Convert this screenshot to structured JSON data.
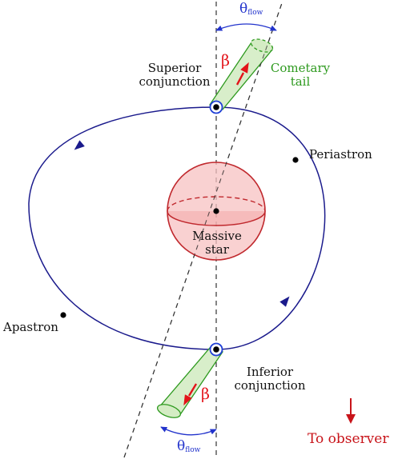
{
  "colors": {
    "orbit": "#1a1a8c",
    "axis": "#333333",
    "star_fill": "#f7c2c2",
    "star_stroke": "#c0282d",
    "tail_fill": "#d4ecc4",
    "tail_stroke": "#2e9a1f",
    "beta": "#e3141a",
    "observer": "#c8141a",
    "pulsar_mark": "#1f3fd6",
    "theta": "#2233cc"
  },
  "labels": {
    "superior": [
      "Superior",
      "conjunction"
    ],
    "inferior": [
      "Inferior",
      "conjunction"
    ],
    "periastron": "Periastron",
    "apastron": "Apastron",
    "star": [
      "Massive",
      "star"
    ],
    "tail": [
      "Cometary",
      "tail"
    ],
    "observer": "To observer",
    "beta": "β",
    "theta_symbol": "θ",
    "theta_sub": "flow"
  }
}
